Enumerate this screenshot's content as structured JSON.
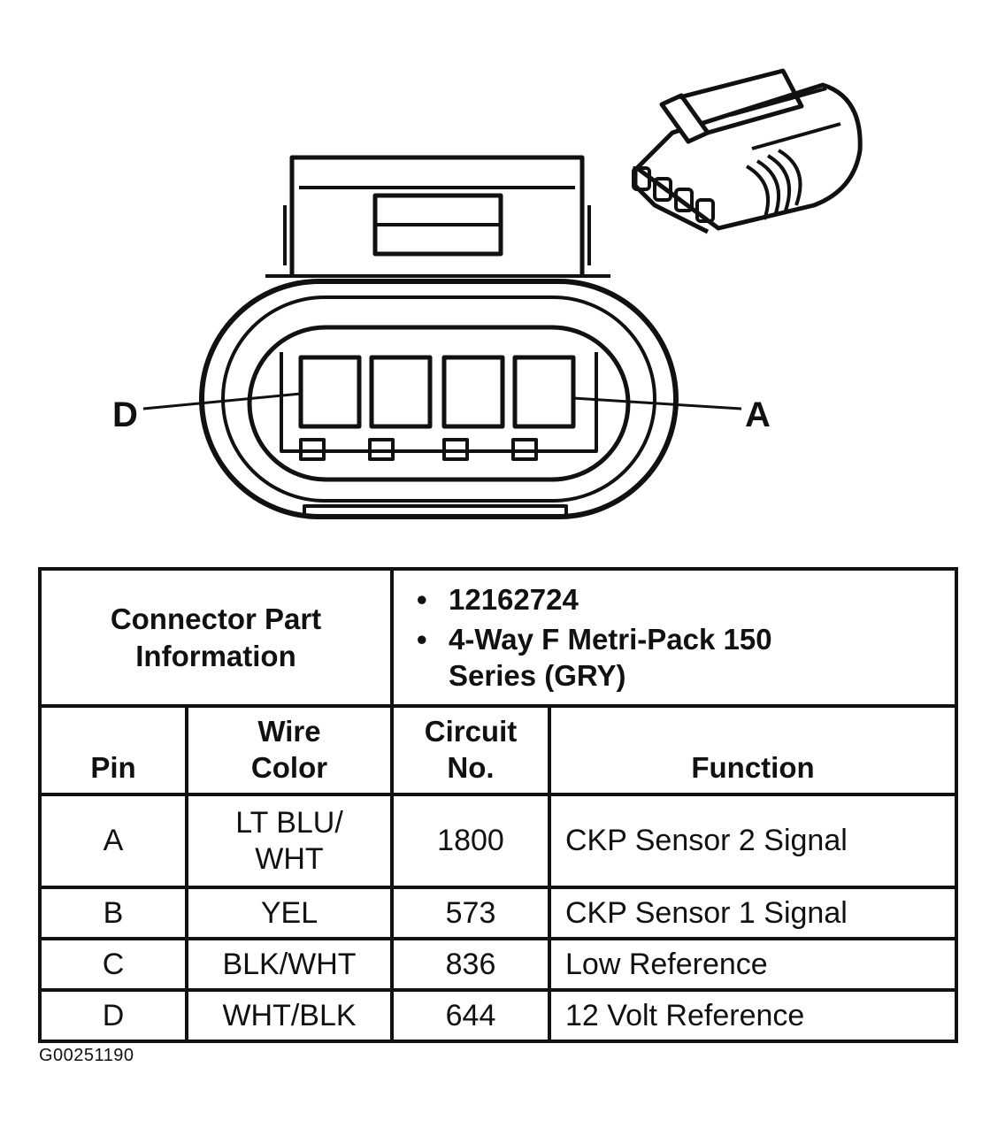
{
  "diagram": {
    "pin_label_left": "D",
    "pin_label_right": "A"
  },
  "part_info": {
    "header": "Connector Part Information",
    "items": [
      "12162724",
      "4-Way F Metri-Pack 150 Series (GRY)"
    ]
  },
  "table": {
    "columns": [
      "Pin",
      "Wire Color",
      "Circuit No.",
      "Function"
    ],
    "rows": [
      {
        "pin": "A",
        "wire_color": "LT BLU/ WHT",
        "circuit": "1800",
        "function": "CKP Sensor 2 Signal"
      },
      {
        "pin": "B",
        "wire_color": "YEL",
        "circuit": "573",
        "function": "CKP Sensor 1 Signal"
      },
      {
        "pin": "C",
        "wire_color": "BLK/WHT",
        "circuit": "836",
        "function": "Low Reference"
      },
      {
        "pin": "D",
        "wire_color": "WHT/BLK",
        "circuit": "644",
        "function": "12 Volt Reference"
      }
    ]
  },
  "figure_id": "G00251190"
}
